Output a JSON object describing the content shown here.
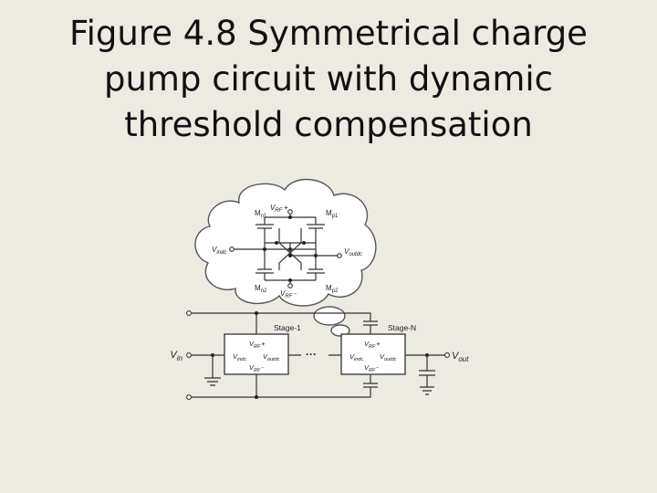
{
  "title": {
    "line1": "Figure 4.8 Symmetrical charge",
    "line2": "pump circuit with dynamic",
    "line3": "threshold compensation"
  },
  "cell": {
    "mn1": "M",
    "mn1_sub": "n1",
    "mp1": "M",
    "mp1_sub": "p1",
    "mn2": "M",
    "mn2_sub": "n2",
    "mp2": "M",
    "mp2_sub": "p2",
    "vrf_plus": "V",
    "vrf_plus_sub": "RF",
    "vrf_plus_sign": "+",
    "vrf_minus": "V",
    "vrf_minus_sub": "RF",
    "vrf_minus_sign": "-",
    "vindc": "V",
    "vindc_sub": "indc",
    "voutdc": "V",
    "voutdc_sub": "outdc"
  },
  "stages": {
    "stage1_label": "Stage-1",
    "stageN_label": "Stage-N",
    "ellipsis": "···",
    "block": {
      "vrf": "V",
      "vrf_sub": "RF",
      "plus": "+",
      "minus": "-",
      "vin": "V",
      "vin_sub": "indc",
      "vout": "V",
      "vout_sub": "outdc"
    }
  },
  "io": {
    "vin": "V",
    "vin_sub": "in",
    "vout": "V",
    "vout_sub": "out"
  }
}
